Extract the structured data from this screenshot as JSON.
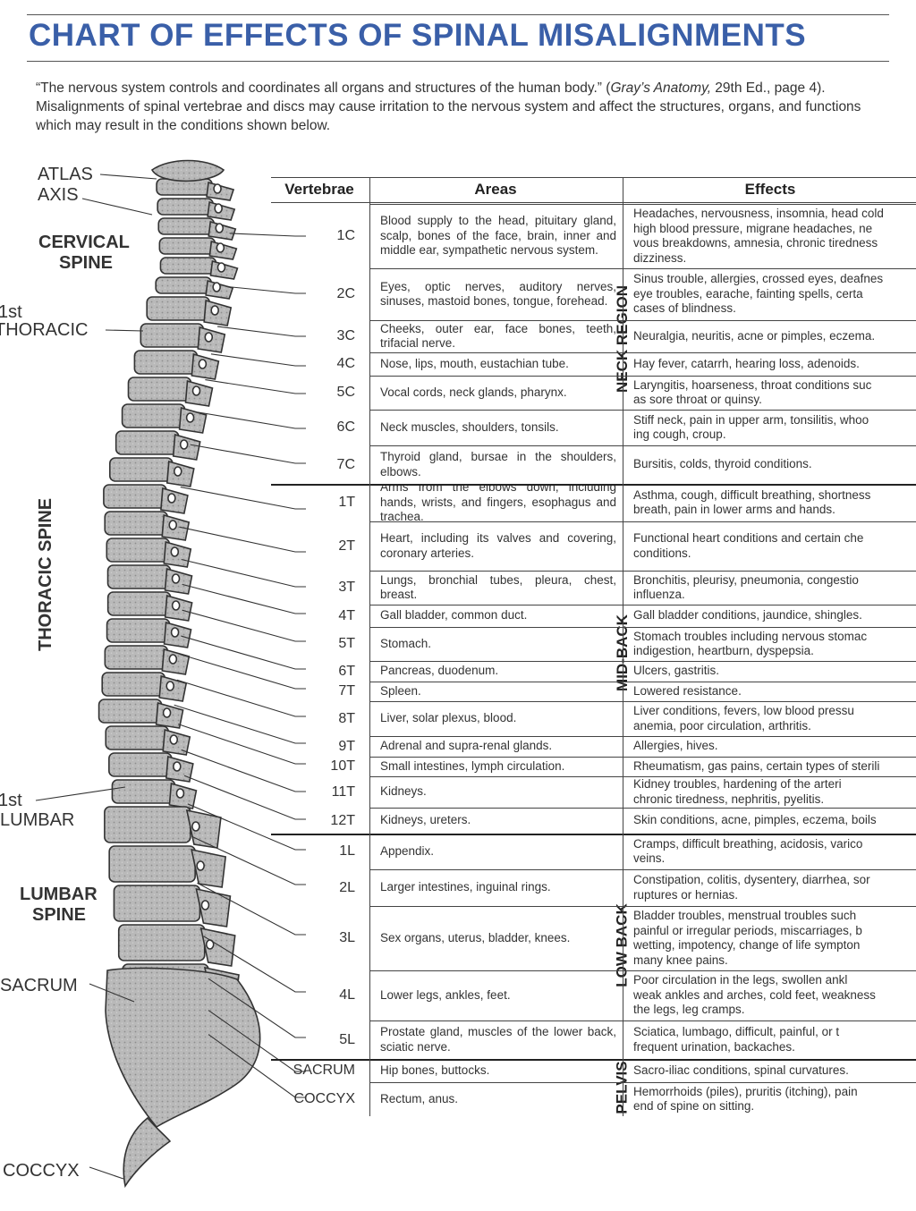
{
  "title": "CHART OF EFFECTS OF SPINAL MISALIGNMENTS",
  "intro": {
    "part1": "“The nervous system controls and coordinates all organs and structures of the human body.” (",
    "source": "Gray’s Anatomy,",
    "part2": " 29th Ed., page 4). Misalignments of spinal vertebrae and discs may cause irritation to the nervous system and affect the structures, organs, and functions which may result in the conditions shown below."
  },
  "spine_labels": {
    "atlas": "ATLAS",
    "axis": "AXIS",
    "cervical_1": "CERVICAL",
    "cervical_2": "SPINE",
    "first_thoracic_1": "1st",
    "first_thoracic_2": "THORACIC",
    "thoracic_spine": "THORACIC SPINE",
    "first_lumbar_1": "1st",
    "first_lumbar_2": "LUMBAR",
    "lumbar_1": "LUMBAR",
    "lumbar_2": "SPINE",
    "sacrum": "SACRUM",
    "coccyx": "COCCYX"
  },
  "table": {
    "headers": {
      "vertebrae": "Vertebrae",
      "areas": "Areas",
      "effects": "Effects"
    },
    "regions": {
      "neck": "NECK REGION",
      "mid_back": "MID-BACK",
      "low_back": "LOW BACK",
      "pelvis": "PELVIS"
    },
    "rows": [
      {
        "v": "1C",
        "a": "Blood supply to the head, pituitary gland, scalp, bones of the face, brain, inner and middle ear, sympathetic nervous system.",
        "e": [
          "Headaches, nervousness, insomnia, head cold",
          "high blood pressure, migrane headaches, ne",
          "vous breakdowns, amnesia, chronic tiredness",
          "dizziness."
        ]
      },
      {
        "v": "2C",
        "a": "Eyes, optic nerves, auditory nerves, sinuses, mastoid bones, tongue, forehead.",
        "e": [
          "Sinus trouble, allergies, crossed eyes, deafnes",
          "eye troubles, earache, fainting spells, certa",
          "cases of blindness."
        ]
      },
      {
        "v": "3C",
        "a": "Cheeks, outer ear, face bones, teeth, trifacial nerve.",
        "e": [
          "Neuralgia, neuritis, acne or pimples, eczema."
        ]
      },
      {
        "v": "4C",
        "a": "Nose, lips, mouth, eustachian tube.",
        "e": [
          "Hay fever, catarrh, hearing loss, adenoids."
        ]
      },
      {
        "v": "5C",
        "a": "Vocal cords, neck glands, pharynx.",
        "e": [
          "Laryngitis, hoarseness, throat conditions suc",
          "as sore throat or quinsy."
        ]
      },
      {
        "v": "6C",
        "a": "Neck muscles, shoulders, tonsils.",
        "e": [
          "Stiff neck, pain in upper arm, tonsilitis, whoo",
          "ing cough, croup."
        ]
      },
      {
        "v": "7C",
        "a": "Thyroid gland, bursae in the shoulders, elbows.",
        "e": [
          "Bursitis, colds, thyroid conditions."
        ]
      },
      {
        "v": "1T",
        "a": "Arms from the elbows down, including hands, wrists, and fingers, esophagus and trachea.",
        "e": [
          "Asthma, cough, difficult breathing, shortness",
          "breath, pain in lower arms and hands."
        ]
      },
      {
        "v": "2T",
        "a": "Heart, including its valves and covering, coronary arteries.",
        "e": [
          "Functional heart conditions and certain che",
          "conditions."
        ]
      },
      {
        "v": "3T",
        "a": "Lungs, bronchial tubes, pleura, chest, breast.",
        "e": [
          "Bronchitis, pleurisy, pneumonia, congestio",
          "influenza."
        ]
      },
      {
        "v": "4T",
        "a": "Gall bladder, common duct.",
        "e": [
          "Gall bladder conditions, jaundice, shingles."
        ]
      },
      {
        "v": "5T",
        "a": "Stomach.",
        "e": [
          "Stomach troubles including nervous stomac",
          "indigestion, heartburn, dyspepsia."
        ]
      },
      {
        "v": "6T",
        "a": "Pancreas, duodenum.",
        "e": [
          "Ulcers, gastritis."
        ]
      },
      {
        "v": "7T",
        "a": "Spleen.",
        "e": [
          "Lowered resistance."
        ]
      },
      {
        "v": "8T",
        "a": "Liver, solar plexus, blood.",
        "e": [
          "Liver conditions, fevers, low blood pressu",
          "anemia, poor circulation, arthritis."
        ]
      },
      {
        "v": "9T",
        "a": "Adrenal and supra-renal glands.",
        "e": [
          "Allergies, hives."
        ]
      },
      {
        "v": "10T",
        "a": "Small intestines, lymph circulation.",
        "e": [
          "Rheumatism, gas pains, certain types of sterili"
        ]
      },
      {
        "v": "11T",
        "a": "Kidneys.",
        "e": [
          "Kidney troubles, hardening of the arteri",
          "chronic tiredness, nephritis, pyelitis."
        ]
      },
      {
        "v": "12T",
        "a": "Kidneys, ureters.",
        "e": [
          "Skin conditions, acne, pimples, eczema, boils"
        ]
      },
      {
        "v": "1L",
        "a": "Appendix.",
        "e": [
          "Cramps, difficult breathing, acidosis, varico",
          "veins."
        ]
      },
      {
        "v": "2L",
        "a": "Larger intestines, inguinal rings.",
        "e": [
          "Constipation, colitis, dysentery, diarrhea, sor",
          "ruptures or hernias."
        ]
      },
      {
        "v": "3L",
        "a": "Sex organs, uterus, bladder, knees.",
        "e": [
          "Bladder troubles, menstrual troubles such",
          "painful or irregular periods, miscarriages, b",
          "wetting, impotency, change of life sympton",
          "many knee pains."
        ]
      },
      {
        "v": "4L",
        "a": "Lower legs, ankles, feet.",
        "e": [
          "Poor circulation in the legs, swollen ankl",
          "weak ankles and arches, cold feet, weakness",
          "the legs, leg cramps."
        ]
      },
      {
        "v": "5L",
        "a": "Prostate gland, muscles of the lower back, sciatic nerve.",
        "e": [
          "Sciatica, lumbago, difficult, painful, or t",
          "frequent urination, backaches."
        ]
      },
      {
        "v": "SACRUM",
        "a": "Hip bones, buttocks.",
        "e": [
          "Sacro-iliac conditions, spinal curvatures."
        ]
      },
      {
        "v": "COCCYX",
        "a": "Rectum, anus.",
        "e": [
          "Hemorrhoids (piles), pruritis (itching), pain",
          "end of spine on sitting."
        ]
      }
    ]
  }
}
